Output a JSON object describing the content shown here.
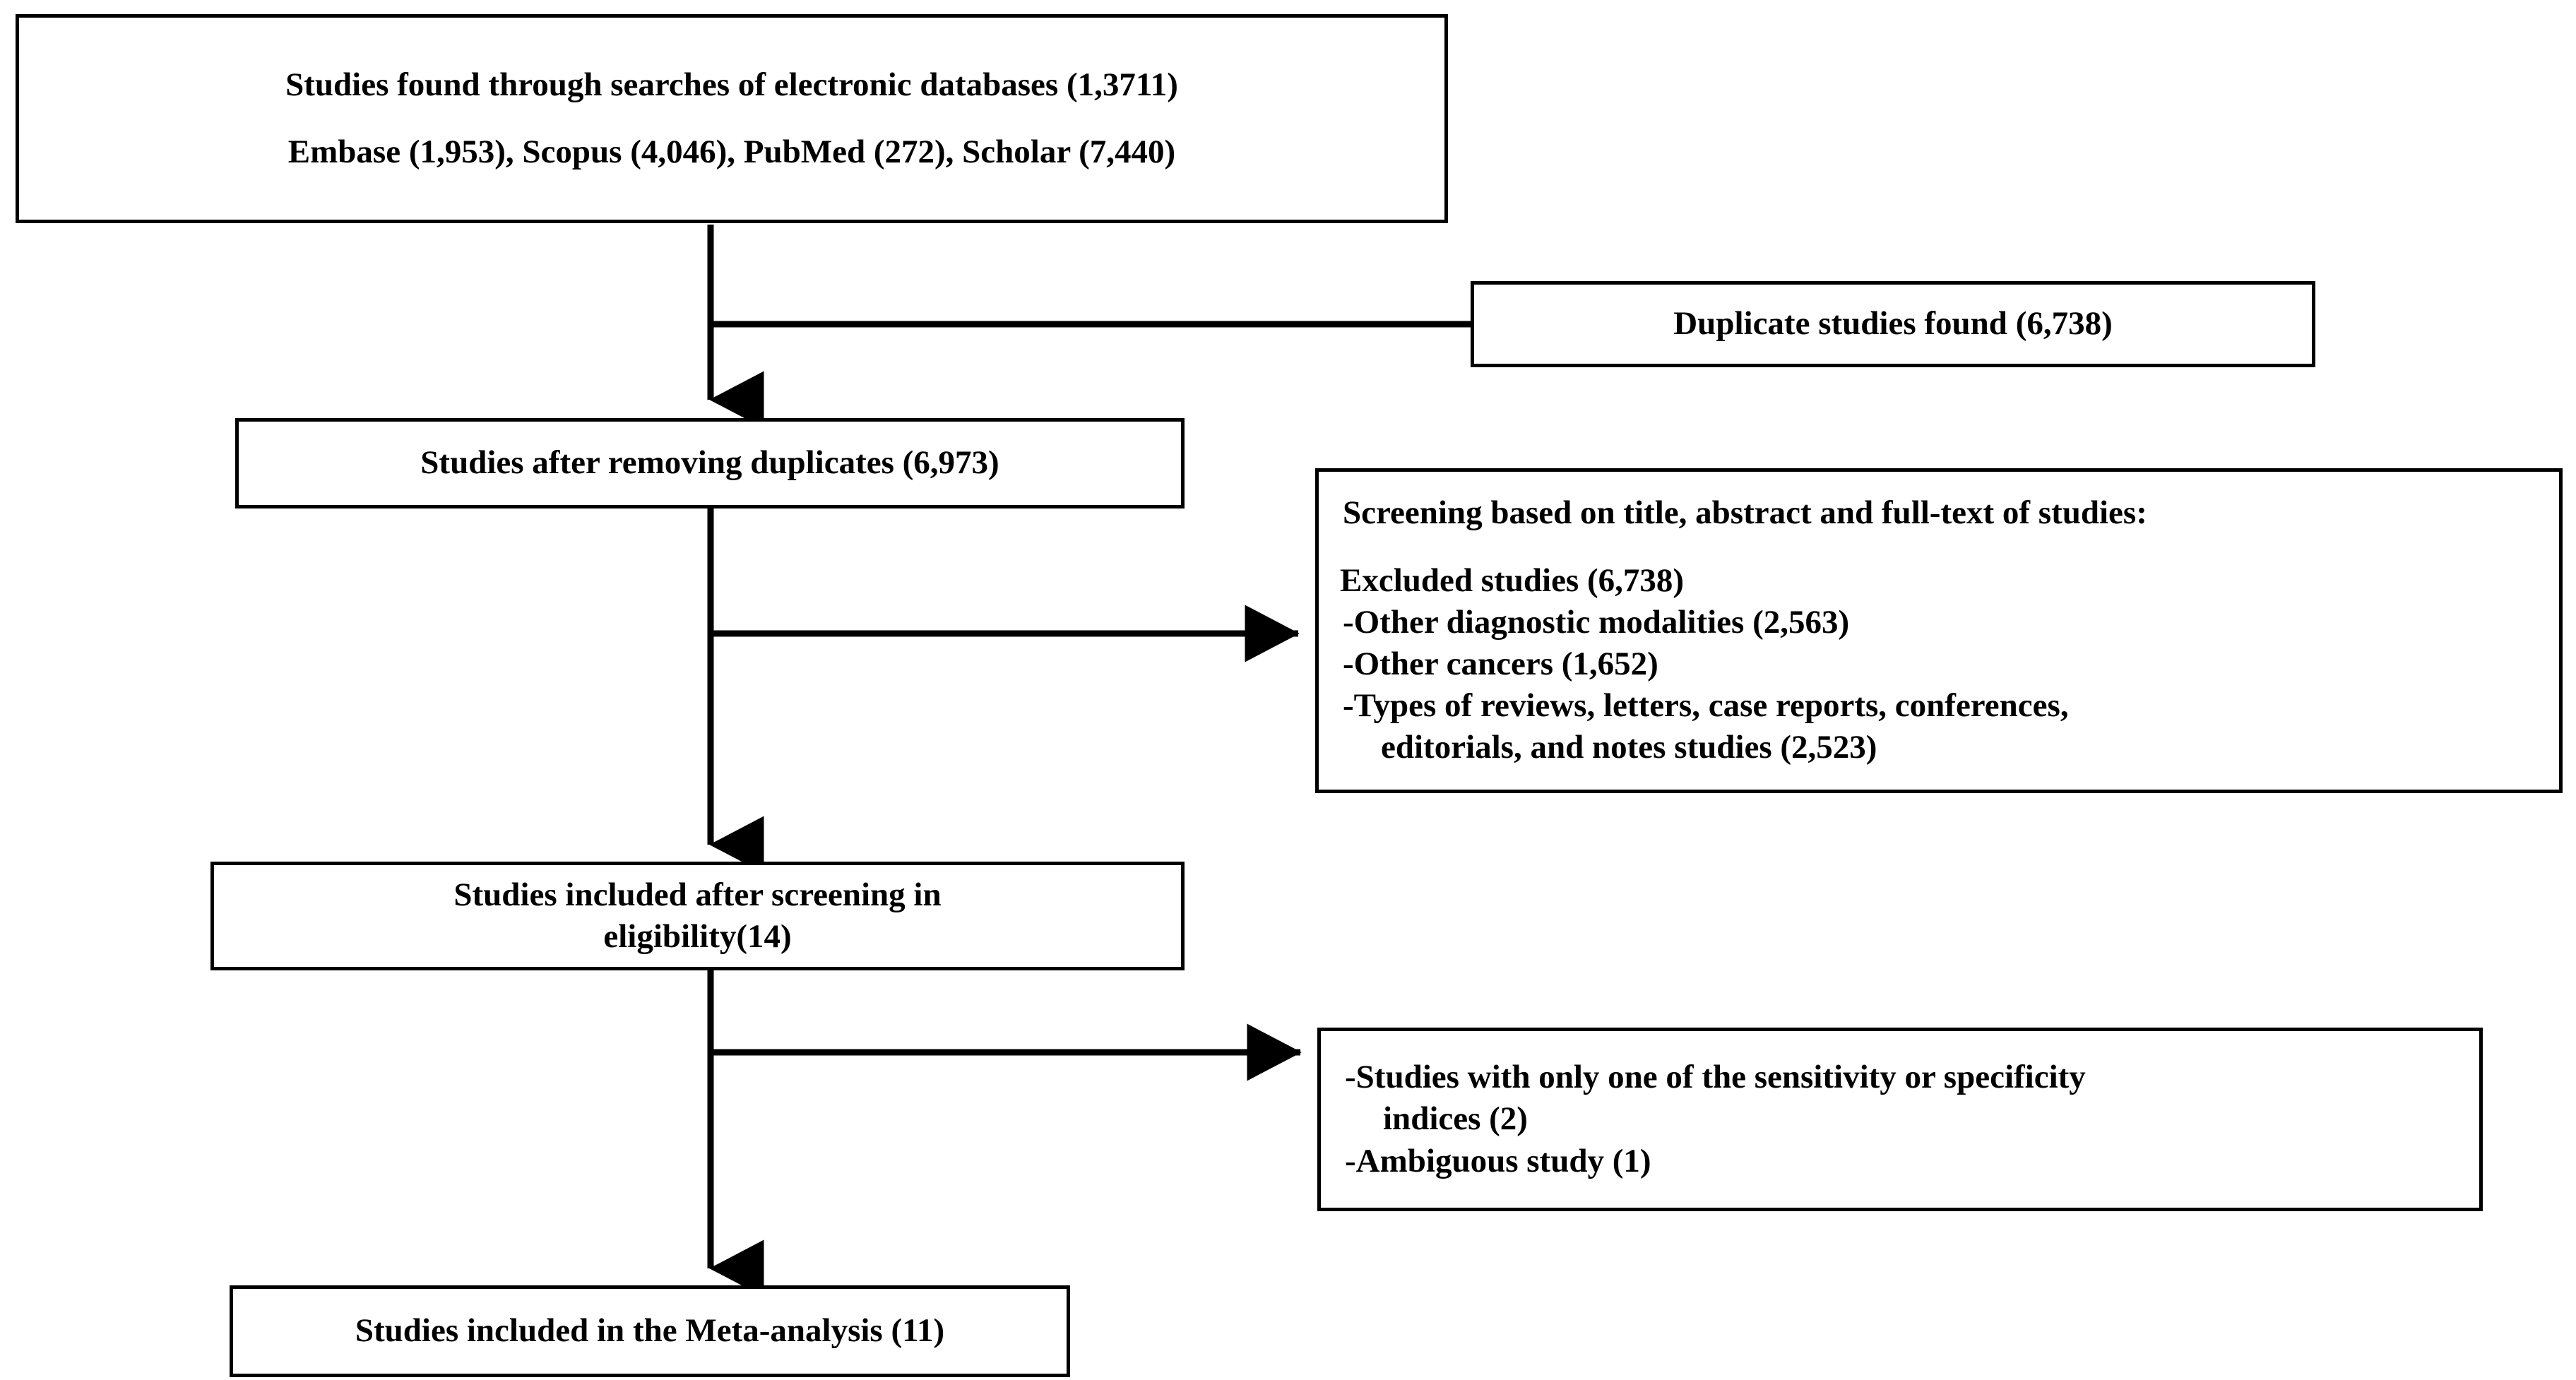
{
  "diagram": {
    "type": "prisma-flow-diagram",
    "colors": {
      "background": "#ffffff",
      "border": "#000000",
      "text": "#000000",
      "connector": "#000000"
    },
    "boxes": {
      "sources": {
        "name": "studies-found-box",
        "lines": [
          "Studies found through searches of electronic databases (1,3711)",
          "Embase (1,953), Scopus (4,046), PubMed (272), Scholar (7,440)"
        ],
        "total_label": "(1,3711)",
        "databases": [
          {
            "name": "Embase",
            "count": "1,953"
          },
          {
            "name": "Scopus",
            "count": "4,046"
          },
          {
            "name": "PubMed",
            "count": "272"
          },
          {
            "name": "Scholar",
            "count": "7,440"
          }
        ]
      },
      "duplicates": {
        "name": "duplicate-studies-box",
        "lines": [
          "Duplicate studies found (6,738)"
        ],
        "count": "6,738"
      },
      "after_duplicates": {
        "name": "studies-after-removing-duplicates-box",
        "lines": [
          "Studies after removing duplicates (6,973)"
        ],
        "count": "6,973"
      },
      "screening": {
        "name": "screening-exclusions-box",
        "heading": "Screening based on title, abstract and full-text of studies:",
        "lines": [
          "Excluded studies (6,738)",
          "-Other diagnostic modalities (2,563)",
          "-Other cancers (1,652)",
          "-Types of reviews, letters, case reports, conferences,",
          "editorials, and notes studies (2,523)"
        ],
        "excluded_total": "6,738",
        "reasons": [
          {
            "label": "Other diagnostic modalities",
            "count": "2,563"
          },
          {
            "label": "Other cancers",
            "count": "1,652"
          },
          {
            "label": "Types of reviews, letters, case reports, conferences, editorials, and notes studies",
            "count": "2,523"
          }
        ]
      },
      "eligibility": {
        "name": "studies-included-eligibility-box",
        "lines": [
          "Studies included after screening in",
          "eligibility(14)"
        ],
        "count": "14"
      },
      "exclusions": {
        "name": "eligibility-exclusions-box",
        "lines": [
          "-Studies with only one of the sensitivity or specificity",
          "indices (2)",
          "-Ambiguous study (1)"
        ],
        "reasons": [
          {
            "label": "Studies with only one of the sensitivity or specificity indices",
            "count": "2"
          },
          {
            "label": "Ambiguous study",
            "count": "1"
          }
        ]
      },
      "final": {
        "name": "studies-included-meta-analysis-box",
        "lines": [
          "Studies included in the Meta-analysis (11)"
        ],
        "count": "11"
      }
    },
    "connectors": [
      {
        "name": "connector-sources-to-after-duplicates",
        "kind": "vertical-arrow"
      },
      {
        "name": "connector-branch-to-duplicates",
        "kind": "horizontal"
      },
      {
        "name": "connector-after-duplicates-to-eligibility",
        "kind": "vertical-arrow"
      },
      {
        "name": "connector-branch-to-screening",
        "kind": "horizontal-arrow"
      },
      {
        "name": "connector-eligibility-to-final",
        "kind": "vertical-arrow"
      },
      {
        "name": "connector-branch-to-exclusions",
        "kind": "horizontal-arrow"
      }
    ]
  }
}
